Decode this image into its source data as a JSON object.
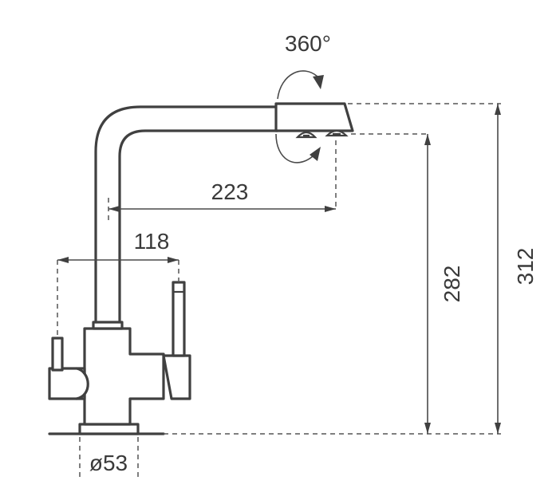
{
  "dimensions": {
    "rotation": "360°",
    "spout_reach": "223",
    "handle_span": "118",
    "spout_outlet_height": "282",
    "total_height": "312",
    "base_diameter": "ø53"
  },
  "colors": {
    "line": "#404040",
    "background": "#ffffff"
  }
}
